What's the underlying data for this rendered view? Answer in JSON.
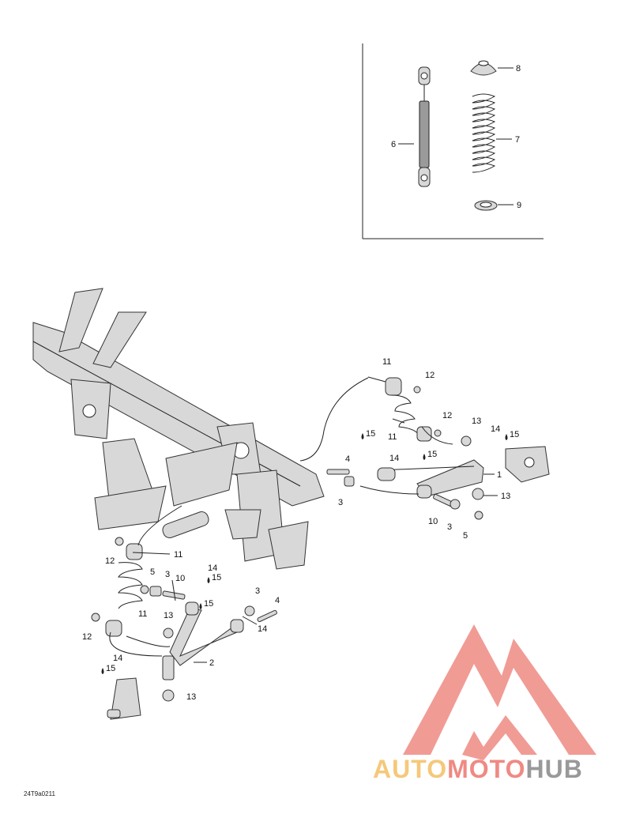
{
  "figure_ref": "24T9a0211",
  "watermark": {
    "parts": [
      "AUTO",
      "MOTO",
      "HUB"
    ],
    "colors": {
      "auto": "#f5c87a",
      "moto": "#ef8a83",
      "hub": "#999999",
      "logo": "#ef8a83"
    }
  },
  "callouts": {
    "inset": [
      "8",
      "7",
      "6",
      "9"
    ],
    "right_assembly": [
      "11",
      "12",
      "12",
      "11",
      "13",
      "15",
      "15",
      "14",
      "15",
      "14",
      "4",
      "1",
      "3",
      "13",
      "10",
      "3",
      "5"
    ],
    "left_assembly": [
      "12",
      "11",
      "5",
      "3",
      "10",
      "14",
      "15",
      "11",
      "12",
      "13",
      "15",
      "14",
      "3",
      "4",
      "14",
      "15",
      "2",
      "13"
    ]
  }
}
